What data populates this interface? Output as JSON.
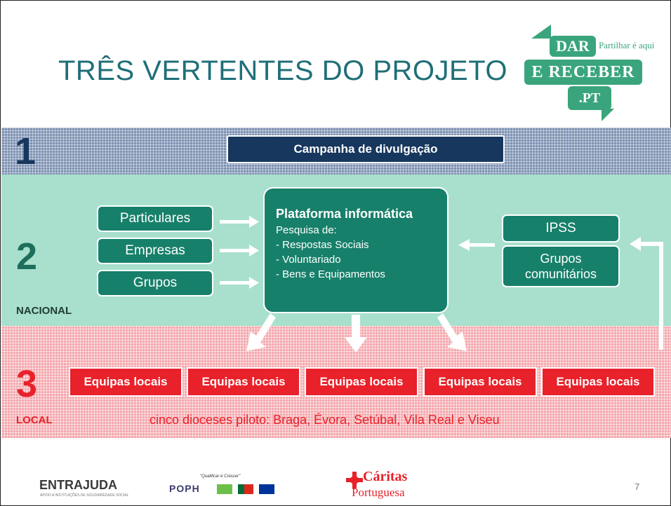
{
  "title": "TRÊS VERTENTES DO PROJETO",
  "logo": {
    "line1": "DAR",
    "line2": "E RECEBER",
    "line3": ".PT",
    "tagline": "Partilhar é aqui"
  },
  "sections": {
    "n1": "1",
    "n2": "2",
    "n3": "3",
    "nacional": "NACIONAL",
    "local": "LOCAL"
  },
  "campanha": "Campanha de divulgação",
  "left_boxes": [
    "Particulares",
    "Empresas",
    "Grupos"
  ],
  "plataforma": {
    "heading": "Plataforma informática",
    "lines": [
      "Pesquisa de:",
      "- Respostas Sociais",
      "- Voluntariado",
      "- Bens e Equipamentos"
    ]
  },
  "right_boxes": [
    "IPSS",
    "Grupos comunitários"
  ],
  "equipas": [
    "Equipas locais",
    "Equipas locais",
    "Equipas locais",
    "Equipas locais",
    "Equipas locais"
  ],
  "dioceses": "cinco dioceses piloto: Braga, Évora, Setúbal, Vila Real e Viseu",
  "footer": {
    "entrajuda": "ENTRAJUDA",
    "entrajuda_sub": "APOIO A INSTITUIÇÕES DE SOLIDARIEDADE SOCIAL",
    "poph_quote": "\"Qualificar é Crescer\"",
    "poph": "POPH",
    "caritas": "Cáritas",
    "caritas_sub": "Portuguesa",
    "page": "7"
  },
  "colors": {
    "title": "#1f6f78",
    "navy": "#17375e",
    "green": "#17806a",
    "mint": "#a8e0cd",
    "red": "#e8212a",
    "logo_green": "#3aa57c"
  }
}
